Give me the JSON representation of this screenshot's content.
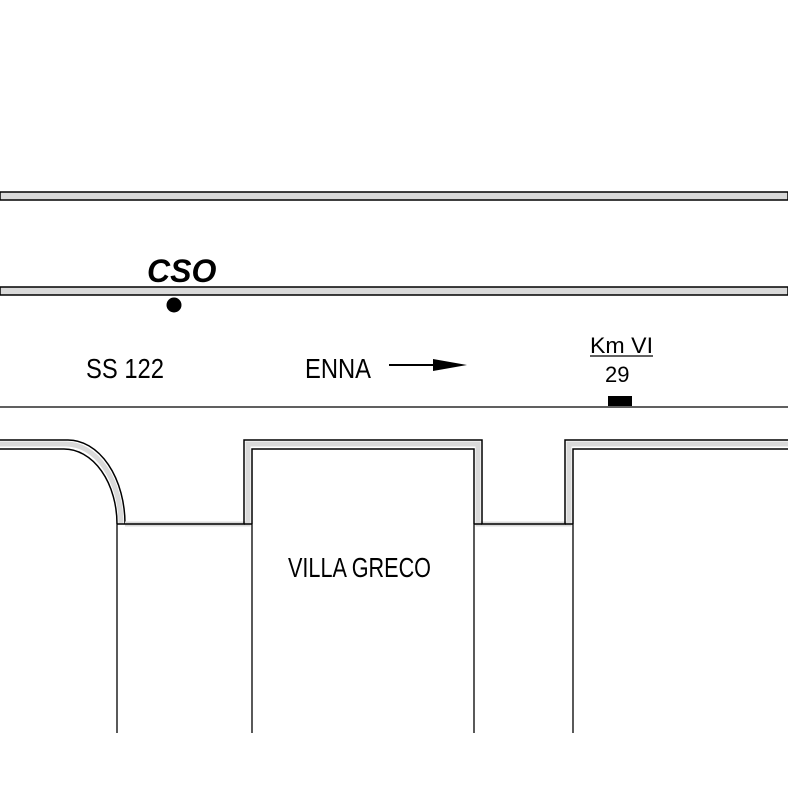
{
  "marker_label": "CSO",
  "road_name": "SS 122",
  "direction_label": "ENNA",
  "km_marker": {
    "line1": "Km VI",
    "line2": "29"
  },
  "building_label": "VILLA GRECO",
  "colors": {
    "lines": "#000000",
    "road_fill": "#d9d9d9",
    "background": "#ffffff"
  }
}
